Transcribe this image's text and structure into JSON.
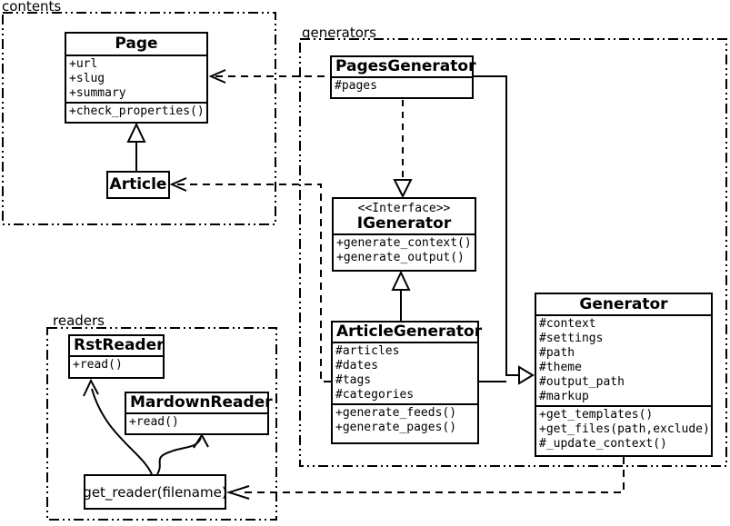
{
  "packages": {
    "contents": {
      "label": "contents"
    },
    "generators": {
      "label": "generators"
    },
    "readers": {
      "label": "readers"
    }
  },
  "classes": {
    "page": {
      "name": "Page",
      "attributes": [
        "+url",
        "+slug",
        "+summary"
      ],
      "methods": [
        "+check_properties()"
      ]
    },
    "article": {
      "name": "Article"
    },
    "pages_generator": {
      "name": "PagesGenerator",
      "attributes": [
        "#pages"
      ]
    },
    "igenerator": {
      "stereotype": "<<Interface>>",
      "name": "IGenerator",
      "methods": [
        "+generate_context()",
        "+generate_output()"
      ]
    },
    "article_generator": {
      "name": "ArticleGenerator",
      "attributes": [
        "#articles",
        "#dates",
        "#tags",
        "#categories"
      ],
      "methods": [
        "+generate_feeds()",
        "+generate_pages()"
      ]
    },
    "generator": {
      "name": "Generator",
      "attributes": [
        "#context",
        "#settings",
        "#path",
        "#theme",
        "#output_path",
        "#markup"
      ],
      "methods": [
        "+get_templates()",
        "+get_files(path,exclude)",
        "#_update_context()"
      ]
    },
    "rst_reader": {
      "name": "RstReader",
      "methods": [
        "+read()"
      ]
    },
    "mardown_reader": {
      "name": "MardownReader",
      "methods": [
        "+read()"
      ]
    },
    "get_reader": {
      "label": "get_reader(filename)"
    }
  },
  "relationships": [
    {
      "type": "generalization",
      "from": "Article",
      "to": "Page"
    },
    {
      "type": "dependency",
      "from": "PagesGenerator",
      "to": "Page"
    },
    {
      "type": "dependency",
      "from": "ArticleGenerator",
      "to": "Article"
    },
    {
      "type": "realization",
      "from": "PagesGenerator",
      "to": "IGenerator"
    },
    {
      "type": "generalization",
      "from": "ArticleGenerator",
      "to": "IGenerator"
    },
    {
      "type": "generalization",
      "from": "PagesGenerator",
      "to": "Generator"
    },
    {
      "type": "generalization",
      "from": "ArticleGenerator",
      "to": "Generator"
    },
    {
      "type": "dependency",
      "from": "Generator",
      "to": "get_reader(filename)"
    },
    {
      "type": "flow",
      "from": "get_reader(filename)",
      "to": "RstReader"
    },
    {
      "type": "flow",
      "from": "get_reader(filename)",
      "to": "MardownReader"
    }
  ],
  "colors": {
    "line": "#000000",
    "background": "#ffffff"
  }
}
